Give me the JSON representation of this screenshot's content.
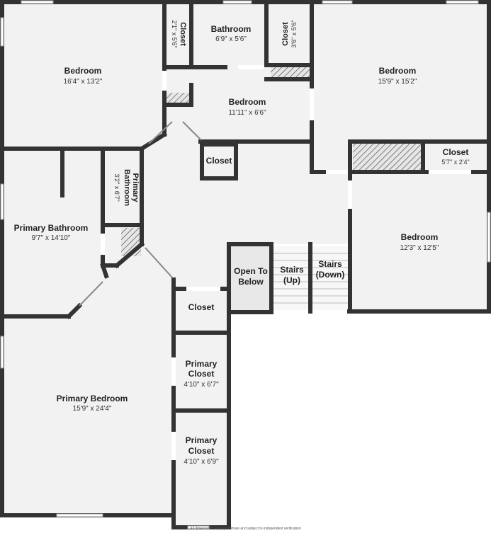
{
  "colors": {
    "room_fill": "#f2f2f2",
    "wall": "#333333",
    "hatch": "#555555",
    "open_to_below": "#e8e8e8",
    "stairs": "#f7f7f7"
  },
  "rooms": {
    "bedroom_nw": {
      "name": "Bedroom",
      "dim": "16'4\" x 13'2\""
    },
    "closet_a": {
      "name": "Closet",
      "dim": "2'1\" x 5'6\""
    },
    "bathroom": {
      "name": "Bathroom",
      "dim": "6'9\" x 5'6\""
    },
    "closet_b": {
      "name": "Closet",
      "dim": "3'6\" x 5'6\""
    },
    "bedroom_ne": {
      "name": "Bedroom",
      "dim": "15'9\" x 15'2\""
    },
    "bedroom_mid": {
      "name": "Bedroom",
      "dim": "11'11\" x 6'6\""
    },
    "closet_hall": {
      "name": "Closet"
    },
    "closet_ne": {
      "name": "Closet",
      "dim": "5'7\" x 2'4\""
    },
    "primary_bath_small_1": "Primary",
    "primary_bath_small_2": "Bathroom",
    "primary_bath_small_dim": "3'2\" x 6'7\"",
    "primary_bathroom": {
      "name": "Primary Bathroom",
      "dim": "9'7\" x 14'10\""
    },
    "bedroom_se": {
      "name": "Bedroom",
      "dim": "12'3\" x 12'5\""
    },
    "open_to_below_1": "Open To",
    "open_to_below_2": "Below",
    "stairs_up_1": "Stairs",
    "stairs_up_2": "(Up)",
    "stairs_down_1": "Stairs",
    "stairs_down_2": "(Down)",
    "closet_mid": {
      "name": "Closet"
    },
    "primary_closet_1_1": "Primary",
    "primary_closet_1_2": "Closet",
    "primary_closet_1_dim": "4'10\" x 6'7\"",
    "primary_closet_2_1": "Primary",
    "primary_closet_2_2": "Closet",
    "primary_closet_2_dim": "4'10\" x 6'9\"",
    "primary_bedroom": {
      "name": "Primary Bedroom",
      "dim": "15'9\" x 24'4\""
    }
  },
  "disclaimer": "All dimensions are approximate and subject to independent verification"
}
